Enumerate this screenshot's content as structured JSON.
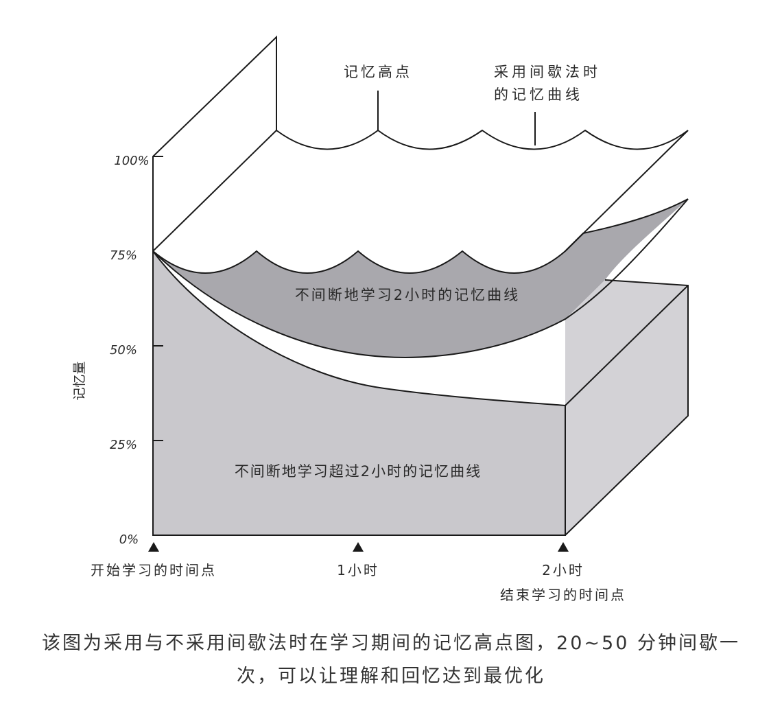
{
  "diagram": {
    "y_axis_title": "记忆量",
    "y_ticks": [
      "100%",
      "75%",
      "50%",
      "25%",
      "0%"
    ],
    "x_markers": [
      {
        "label": "开始学习的时间点"
      },
      {
        "label": "1小时"
      },
      {
        "label": "2小时"
      },
      {
        "label": "结束学习的时间点"
      }
    ],
    "annotations": {
      "peak": "记忆高点",
      "spaced_line1": "采用间歇法时",
      "spaced_line2": "的记忆曲线",
      "continuous_2h": "不间断地学习2小时的记忆曲线",
      "continuous_over_2h": "不间断地学习超过2小时的记忆曲线"
    },
    "colors": {
      "front_face": "#c9c8cc",
      "side_face": "#d3d2d6",
      "middle_surface": "#a9a8ad",
      "outline": "#1a1a1a"
    }
  },
  "caption": {
    "line1": "该图为采用与不采用间歇法时在学习期间的记忆高点图，20~50 分钟间歇一",
    "line2": "次，可以让理解和回忆达到最优化"
  }
}
